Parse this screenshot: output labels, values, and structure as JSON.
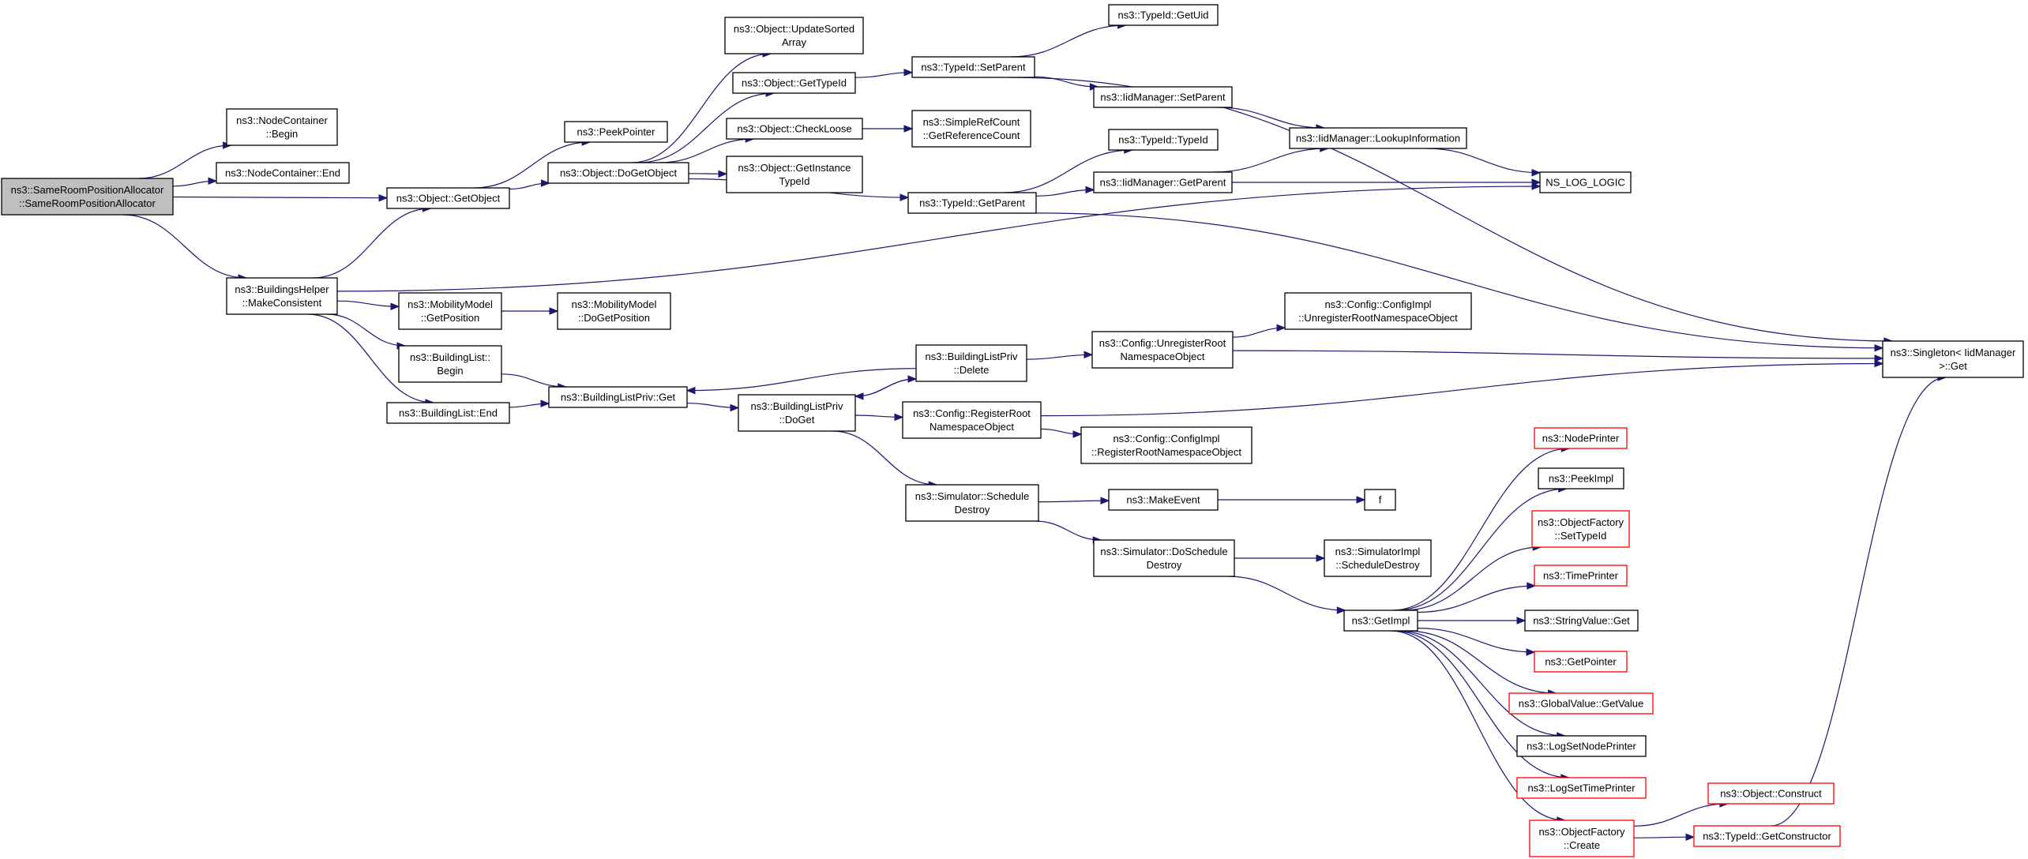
{
  "colors": {
    "edge": "#191970",
    "box_border": "#000000",
    "truncated_border": "#ff0000",
    "root_fill": "#bfbfbf",
    "box_fill": "#ffffff"
  },
  "nodes": [
    {
      "id": "root",
      "lines": [
        "ns3::SameRoomPositionAllocator",
        "::SameRoomPositionAllocator"
      ],
      "style": "root"
    },
    {
      "id": "nc_begin",
      "lines": [
        "ns3::NodeContainer",
        "::Begin"
      ]
    },
    {
      "id": "nc_end",
      "lines": [
        "ns3::NodeContainer::End"
      ]
    },
    {
      "id": "get_object",
      "lines": [
        "ns3::Object::GetObject"
      ]
    },
    {
      "id": "bh_mc",
      "lines": [
        "ns3::BuildingsHelper",
        "::MakeConsistent"
      ]
    },
    {
      "id": "peek_pointer",
      "lines": [
        "ns3::PeekPointer"
      ]
    },
    {
      "id": "do_get_object",
      "lines": [
        "ns3::Object::DoGetObject"
      ]
    },
    {
      "id": "mm_getpos",
      "lines": [
        "ns3::MobilityModel",
        "::GetPosition"
      ]
    },
    {
      "id": "mm_dogetpos",
      "lines": [
        "ns3::MobilityModel",
        "::DoGetPosition"
      ]
    },
    {
      "id": "bl_begin",
      "lines": [
        "ns3::BuildingList::",
        "Begin"
      ]
    },
    {
      "id": "bl_end",
      "lines": [
        "ns3::BuildingList::End"
      ]
    },
    {
      "id": "blp_get",
      "lines": [
        "ns3::BuildingListPriv::Get"
      ]
    },
    {
      "id": "obj_update",
      "lines": [
        "ns3::Object::UpdateSorted",
        "Array"
      ]
    },
    {
      "id": "obj_gettid",
      "lines": [
        "ns3::Object::GetTypeId"
      ]
    },
    {
      "id": "obj_checkloose",
      "lines": [
        "ns3::Object::CheckLoose"
      ]
    },
    {
      "id": "obj_getinst",
      "lines": [
        "ns3::Object::GetInstance",
        "TypeId"
      ]
    },
    {
      "id": "blp_doget",
      "lines": [
        "ns3::BuildingListPriv",
        "::DoGet"
      ]
    },
    {
      "id": "blp_delete",
      "lines": [
        "ns3::BuildingListPriv",
        "::Delete"
      ]
    },
    {
      "id": "typeid_getuid",
      "lines": [
        "ns3::TypeId::GetUid"
      ]
    },
    {
      "id": "typeid_setparent",
      "lines": [
        "ns3::TypeId::SetParent"
      ]
    },
    {
      "id": "simplerc",
      "lines": [
        "ns3::SimpleRefCount",
        "::GetReferenceCount"
      ]
    },
    {
      "id": "typeid_getparent",
      "lines": [
        "ns3::TypeId::GetParent"
      ]
    },
    {
      "id": "cfg_regroot",
      "lines": [
        "ns3::Config::RegisterRoot",
        "NamespaceObject"
      ]
    },
    {
      "id": "sim_schedule",
      "lines": [
        "ns3::Simulator::Schedule",
        "Destroy"
      ]
    },
    {
      "id": "iid_setparent",
      "lines": [
        "ns3::IidManager::SetParent"
      ]
    },
    {
      "id": "typeid_typeid",
      "lines": [
        "ns3::TypeId::TypeId"
      ]
    },
    {
      "id": "iid_getparent",
      "lines": [
        "ns3::IidManager::GetParent"
      ]
    },
    {
      "id": "cfg_unreg",
      "lines": [
        "ns3::Config::UnregisterRoot",
        "NamespaceObject"
      ]
    },
    {
      "id": "cfgimpl_reg",
      "lines": [
        "ns3::Config::ConfigImpl",
        "::RegisterRootNamespaceObject"
      ]
    },
    {
      "id": "make_event",
      "lines": [
        "ns3::MakeEvent"
      ]
    },
    {
      "id": "sim_doschedule",
      "lines": [
        "ns3::Simulator::DoSchedule",
        "Destroy"
      ]
    },
    {
      "id": "cfgimpl_unreg",
      "lines": [
        "ns3::Config::ConfigImpl",
        "::UnregisterRootNamespaceObject"
      ]
    },
    {
      "id": "iid_lookup",
      "lines": [
        "ns3::IidManager::LookupInformation"
      ]
    },
    {
      "id": "f",
      "lines": [
        "f"
      ]
    },
    {
      "id": "simimpl_sched",
      "lines": [
        "ns3::SimulatorImpl",
        "::ScheduleDestroy"
      ]
    },
    {
      "id": "get_impl",
      "lines": [
        "ns3::GetImpl"
      ]
    },
    {
      "id": "ns_log_logic",
      "lines": [
        "NS_LOG_LOGIC"
      ]
    },
    {
      "id": "node_printer",
      "lines": [
        "ns3::NodePrinter"
      ],
      "style": "red"
    },
    {
      "id": "peek_impl",
      "lines": [
        "ns3::PeekImpl"
      ]
    },
    {
      "id": "objfactory_settid",
      "lines": [
        "ns3::ObjectFactory",
        "::SetTypeId"
      ],
      "style": "red"
    },
    {
      "id": "time_printer",
      "lines": [
        "ns3::TimePrinter"
      ],
      "style": "red"
    },
    {
      "id": "stringvalue_get",
      "lines": [
        "ns3::StringValue::Get"
      ]
    },
    {
      "id": "get_pointer",
      "lines": [
        "ns3::GetPointer"
      ],
      "style": "red"
    },
    {
      "id": "globalvalue_get",
      "lines": [
        "ns3::GlobalValue::GetValue"
      ],
      "style": "red"
    },
    {
      "id": "logset_node",
      "lines": [
        "ns3::LogSetNodePrinter"
      ]
    },
    {
      "id": "logset_time",
      "lines": [
        "ns3::LogSetTimePrinter"
      ],
      "style": "red"
    },
    {
      "id": "objfactory_create",
      "lines": [
        "ns3::ObjectFactory",
        "::Create"
      ],
      "style": "red"
    },
    {
      "id": "obj_construct",
      "lines": [
        "ns3::Object::Construct"
      ],
      "style": "red"
    },
    {
      "id": "typeid_getctor",
      "lines": [
        "ns3::TypeId::GetConstructor"
      ],
      "style": "red"
    },
    {
      "id": "singleton_get",
      "lines": [
        "ns3::Singleton< IidManager",
        ">::Get"
      ]
    }
  ],
  "edges": [
    [
      "root",
      "nc_begin"
    ],
    [
      "root",
      "nc_end"
    ],
    [
      "root",
      "get_object"
    ],
    [
      "root",
      "bh_mc"
    ],
    [
      "bh_mc",
      "get_object"
    ],
    [
      "bh_mc",
      "mm_getpos"
    ],
    [
      "bh_mc",
      "bl_begin"
    ],
    [
      "bh_mc",
      "bl_end"
    ],
    [
      "bh_mc",
      "ns_log_logic"
    ],
    [
      "get_object",
      "peek_pointer"
    ],
    [
      "get_object",
      "do_get_object"
    ],
    [
      "do_get_object",
      "obj_update"
    ],
    [
      "do_get_object",
      "obj_gettid"
    ],
    [
      "do_get_object",
      "obj_checkloose"
    ],
    [
      "do_get_object",
      "obj_getinst"
    ],
    [
      "do_get_object",
      "typeid_getparent"
    ],
    [
      "mm_getpos",
      "mm_dogetpos"
    ],
    [
      "bl_begin",
      "blp_get"
    ],
    [
      "bl_end",
      "blp_get"
    ],
    [
      "blp_get",
      "blp_doget"
    ],
    [
      "blp_doget",
      "blp_delete"
    ],
    [
      "blp_doget",
      "cfg_regroot"
    ],
    [
      "blp_doget",
      "sim_schedule"
    ],
    [
      "blp_delete",
      "blp_get"
    ],
    [
      "blp_delete",
      "blp_doget"
    ],
    [
      "blp_delete",
      "cfg_unreg"
    ],
    [
      "obj_gettid",
      "typeid_setparent"
    ],
    [
      "obj_checkloose",
      "simplerc"
    ],
    [
      "typeid_setparent",
      "typeid_getuid"
    ],
    [
      "typeid_setparent",
      "iid_setparent"
    ],
    [
      "typeid_setparent",
      "singleton_get"
    ],
    [
      "typeid_getparent",
      "typeid_typeid"
    ],
    [
      "typeid_getparent",
      "iid_getparent"
    ],
    [
      "typeid_getparent",
      "singleton_get"
    ],
    [
      "iid_setparent",
      "iid_lookup"
    ],
    [
      "iid_getparent",
      "iid_lookup"
    ],
    [
      "iid_getparent",
      "ns_log_logic"
    ],
    [
      "iid_lookup",
      "ns_log_logic"
    ],
    [
      "cfg_unreg",
      "cfgimpl_unreg"
    ],
    [
      "cfg_unreg",
      "singleton_get"
    ],
    [
      "cfg_regroot",
      "cfgimpl_reg"
    ],
    [
      "cfg_regroot",
      "singleton_get"
    ],
    [
      "sim_schedule",
      "make_event"
    ],
    [
      "sim_schedule",
      "sim_doschedule"
    ],
    [
      "make_event",
      "f"
    ],
    [
      "sim_doschedule",
      "simimpl_sched"
    ],
    [
      "sim_doschedule",
      "get_impl"
    ],
    [
      "get_impl",
      "node_printer"
    ],
    [
      "get_impl",
      "peek_impl"
    ],
    [
      "get_impl",
      "objfactory_settid"
    ],
    [
      "get_impl",
      "time_printer"
    ],
    [
      "get_impl",
      "stringvalue_get"
    ],
    [
      "get_impl",
      "get_pointer"
    ],
    [
      "get_impl",
      "globalvalue_get"
    ],
    [
      "get_impl",
      "logset_node"
    ],
    [
      "get_impl",
      "logset_time"
    ],
    [
      "get_impl",
      "objfactory_create"
    ],
    [
      "objfactory_create",
      "obj_construct"
    ],
    [
      "objfactory_create",
      "typeid_getctor"
    ],
    [
      "typeid_getctor",
      "singleton_get"
    ]
  ]
}
